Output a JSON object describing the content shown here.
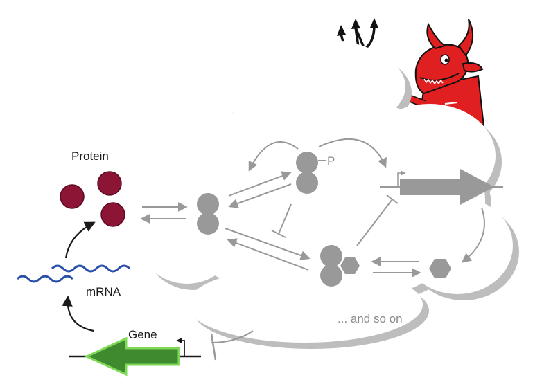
{
  "labels": {
    "protein": "Protein",
    "mrna": "mRNA",
    "gene": "Gene",
    "phospho": "P",
    "and_so_on": "... and so on"
  },
  "colors": {
    "protein_fill": "#8c1434",
    "mrna": "#2a4fa8",
    "gene_arrow": "#3f8a2f",
    "gene_arrow_edge": "#7ed957",
    "network_grey": "#999999",
    "cloud": "#ffffff",
    "cloud_shadow": "#bdbdbd",
    "devil": "#e02020",
    "arrow_dark": "#1a1a1a"
  },
  "icons": [
    "devil-icon",
    "pitchfork-icon",
    "cloud-icon"
  ]
}
